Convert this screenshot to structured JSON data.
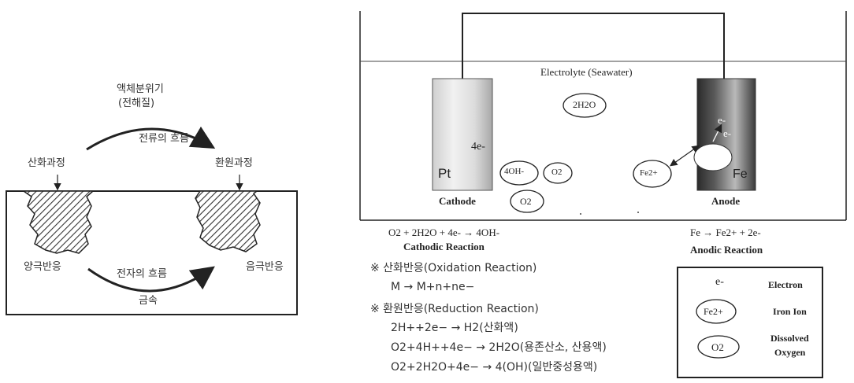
{
  "left_diagram": {
    "environment_line1": "액체분위기",
    "environment_line2": "(전해질)",
    "current_flow": "전류의 흐름",
    "oxidation_process": "산화과정",
    "reduction_process": "환원과정",
    "anode_reaction": "양극반응",
    "cathode_reaction": "음극반응",
    "electron_flow": "전자의 흐름",
    "metal": "금속"
  },
  "cell_diagram": {
    "electrolyte": "Electrolyte (Seawater)",
    "water": "2H2O",
    "electrons_4": "4e-",
    "pt": "Pt",
    "hydroxide": "4OH-",
    "oxygen_1": "O2",
    "oxygen_2": "O2",
    "iron_ion": "Fe2+",
    "electron_1": "e-",
    "electron_2": "e-",
    "fe": "Fe",
    "cathode_label": "Cathode",
    "anode_label": "Anode",
    "cathodic_equation": "O2 + 2H2O + 4e- → 4OH-",
    "cathodic_caption": "Cathodic Reaction",
    "anodic_equation": "Fe → Fe2+ + 2e-",
    "anodic_caption": "Anodic Reaction"
  },
  "reactions": {
    "oxidation_heading": "※ 산화반응(Oxidation Reaction)",
    "oxidation_eq": "M → M+n+ne−",
    "reduction_heading": "※ 환원반응(Reduction Reaction)",
    "reduction_eq1": "2H++2e− → H2(산화액)",
    "reduction_eq2": "O2+4H++4e− → 2H2O(용존산소, 산용액)",
    "reduction_eq3": "O2+2H2O+4e− → 4(OH)(일반중성용액)"
  },
  "legend": {
    "electron_symbol": "e-",
    "electron_label": "Electron",
    "iron_symbol": "Fe2+",
    "iron_label": "Iron Ion",
    "oxygen_symbol": "O2",
    "oxygen_label_line1": "Dissolved",
    "oxygen_label_line2": "Oxygen"
  }
}
